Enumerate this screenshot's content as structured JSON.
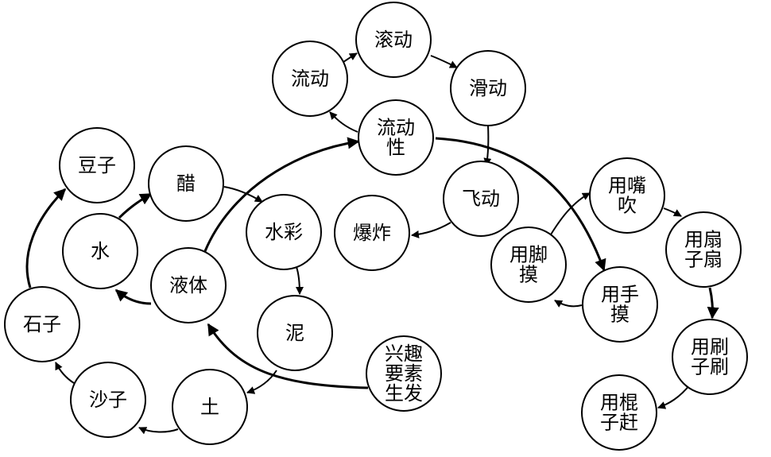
{
  "nodes": {
    "xingqu": {
      "lines": [
        "兴趣",
        "要素",
        "生发"
      ]
    },
    "liudongxing": {
      "lines": [
        "流动",
        "性"
      ]
    },
    "liudong": {
      "lines": [
        "流动"
      ]
    },
    "gundong": {
      "lines": [
        "滚动"
      ]
    },
    "huadong": {
      "lines": [
        "滑动"
      ]
    },
    "feidong": {
      "lines": [
        "飞动"
      ]
    },
    "baozha": {
      "lines": [
        "爆炸"
      ]
    },
    "yeti": {
      "lines": [
        "液体"
      ]
    },
    "cu": {
      "lines": [
        "醋"
      ]
    },
    "shuicai": {
      "lines": [
        "水彩"
      ]
    },
    "ni": {
      "lines": [
        "泥"
      ]
    },
    "tu": {
      "lines": [
        "土"
      ]
    },
    "shazi": {
      "lines": [
        "沙子"
      ]
    },
    "shizi": {
      "lines": [
        "石子"
      ]
    },
    "shui": {
      "lines": [
        "水"
      ]
    },
    "douzi": {
      "lines": [
        "豆子"
      ]
    },
    "yongjiaomo": {
      "lines": [
        "用脚",
        "摸"
      ]
    },
    "yongshoumo": {
      "lines": [
        "用手",
        "摸"
      ]
    },
    "yongzuichui": {
      "lines": [
        "用嘴",
        "吹"
      ]
    },
    "yongshan": {
      "lines": [
        "用扇",
        "子扇"
      ]
    },
    "yongshua": {
      "lines": [
        "用刷",
        "子刷"
      ]
    },
    "yonggun": {
      "lines": [
        "用棍",
        "子赶"
      ]
    }
  },
  "edges": [
    {
      "from": "xingqu",
      "to": "yeti"
    },
    {
      "from": "yeti",
      "to": "liudongxing"
    },
    {
      "from": "liudongxing",
      "to": "yongshoumo"
    },
    {
      "from": "liudongxing",
      "to": "liudong"
    },
    {
      "from": "liudong",
      "to": "gundong"
    },
    {
      "from": "gundong",
      "to": "huadong"
    },
    {
      "from": "huadong",
      "to": "feidong"
    },
    {
      "from": "feidong",
      "to": "baozha"
    },
    {
      "from": "cu",
      "to": "shuicai"
    },
    {
      "from": "shuicai",
      "to": "ni"
    },
    {
      "from": "ni",
      "to": "tu"
    },
    {
      "from": "tu",
      "to": "shazi"
    },
    {
      "from": "shazi",
      "to": "shizi"
    },
    {
      "from": "shizi",
      "to": "douzi"
    },
    {
      "from": "yeti",
      "to": "shui"
    },
    {
      "from": "shui",
      "to": "cu"
    },
    {
      "from": "yongshoumo",
      "to": "yongjiaomo"
    },
    {
      "from": "yongjiaomo",
      "to": "yongzuichui"
    },
    {
      "from": "yongzuichui",
      "to": "yongshan"
    },
    {
      "from": "yongshan",
      "to": "yongshua"
    },
    {
      "from": "yongshua",
      "to": "yonggun"
    }
  ]
}
